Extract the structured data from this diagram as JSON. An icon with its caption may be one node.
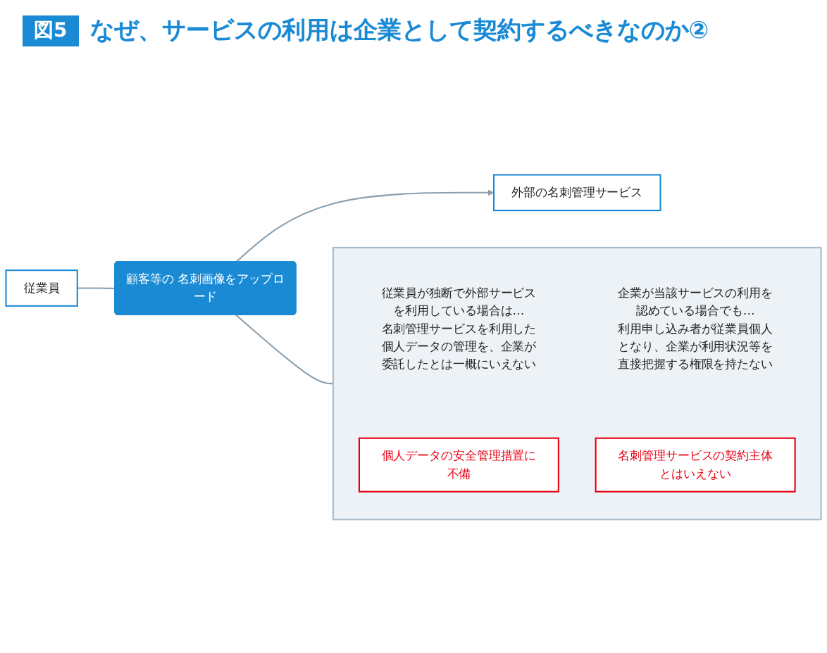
{
  "diagram": {
    "title": "なぜ、サービスの利用は企業として契約するべきなのか②",
    "nodes": [
      {
        "text": [
          "従業員"
        ]
      },
      {
        "text": [
          "顧客等の 名刺画像をアップロード"
        ]
      },
      {
        "text": [
          "外部の名刺管理サービス"
        ]
      },
      {
        "text": [],
        "shape": "box"
      },
      {
        "text": [
          "従業員が独断で外部サービスを利用している場合は…",
          "名刺管理サービスを利用した個人データの管理を、企業が委託したとは一概にいえない"
        ],
        "in": 3
      },
      {
        "text": [
          "個人データの安全管理措置に不備"
        ],
        "in": 3
      },
      {
        "text": [
          "企業が当該サービスの利用を認めている場合でも…",
          "利用申し込み者が従業員個人となり、企業が利用状況等を直接把握する権限を持たない"
        ],
        "in": 3
      },
      {
        "text": [
          "名刺管理サービスの契約主体とはいえない"
        ],
        "in": 3
      }
    ],
    "edges": [
      {
        "from": 0,
        "to": 1,
        "arrow": "none"
      },
      {
        "from": 1,
        "to": 2,
        "arrow": "to"
      },
      {
        "from": 1,
        "to": 3,
        "arrow": "none"
      }
    ],
    "labels": [
      "図5"
    ]
  }
}
